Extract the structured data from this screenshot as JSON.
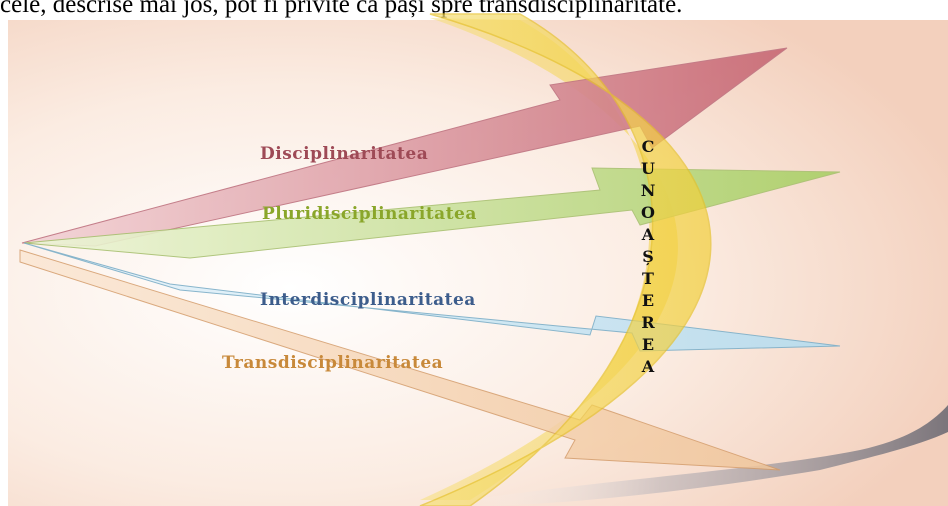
{
  "caption": "cele, descrise mai jos, pot fi privite ca pași spre transdisciplinaritate.",
  "labels": {
    "disciplinaritatea": "Disciplinaritatea",
    "pluridisciplinaritatea": "Pluridisciplinaritatea",
    "interdisciplinaritatea": "Interdisciplinaritatea",
    "transdisciplinaritatea": "Transdisciplinaritatea"
  },
  "knowledge_word": "CUNOAȘTEREA",
  "colors": {
    "disciplinaritatea": "#9e4a56",
    "pluridisciplinaritatea": "#8aa62a",
    "interdisciplinaritatea": "#3d5d8c",
    "transdisciplinaritatea": "#c8893a",
    "arc": "#f4d94a"
  }
}
